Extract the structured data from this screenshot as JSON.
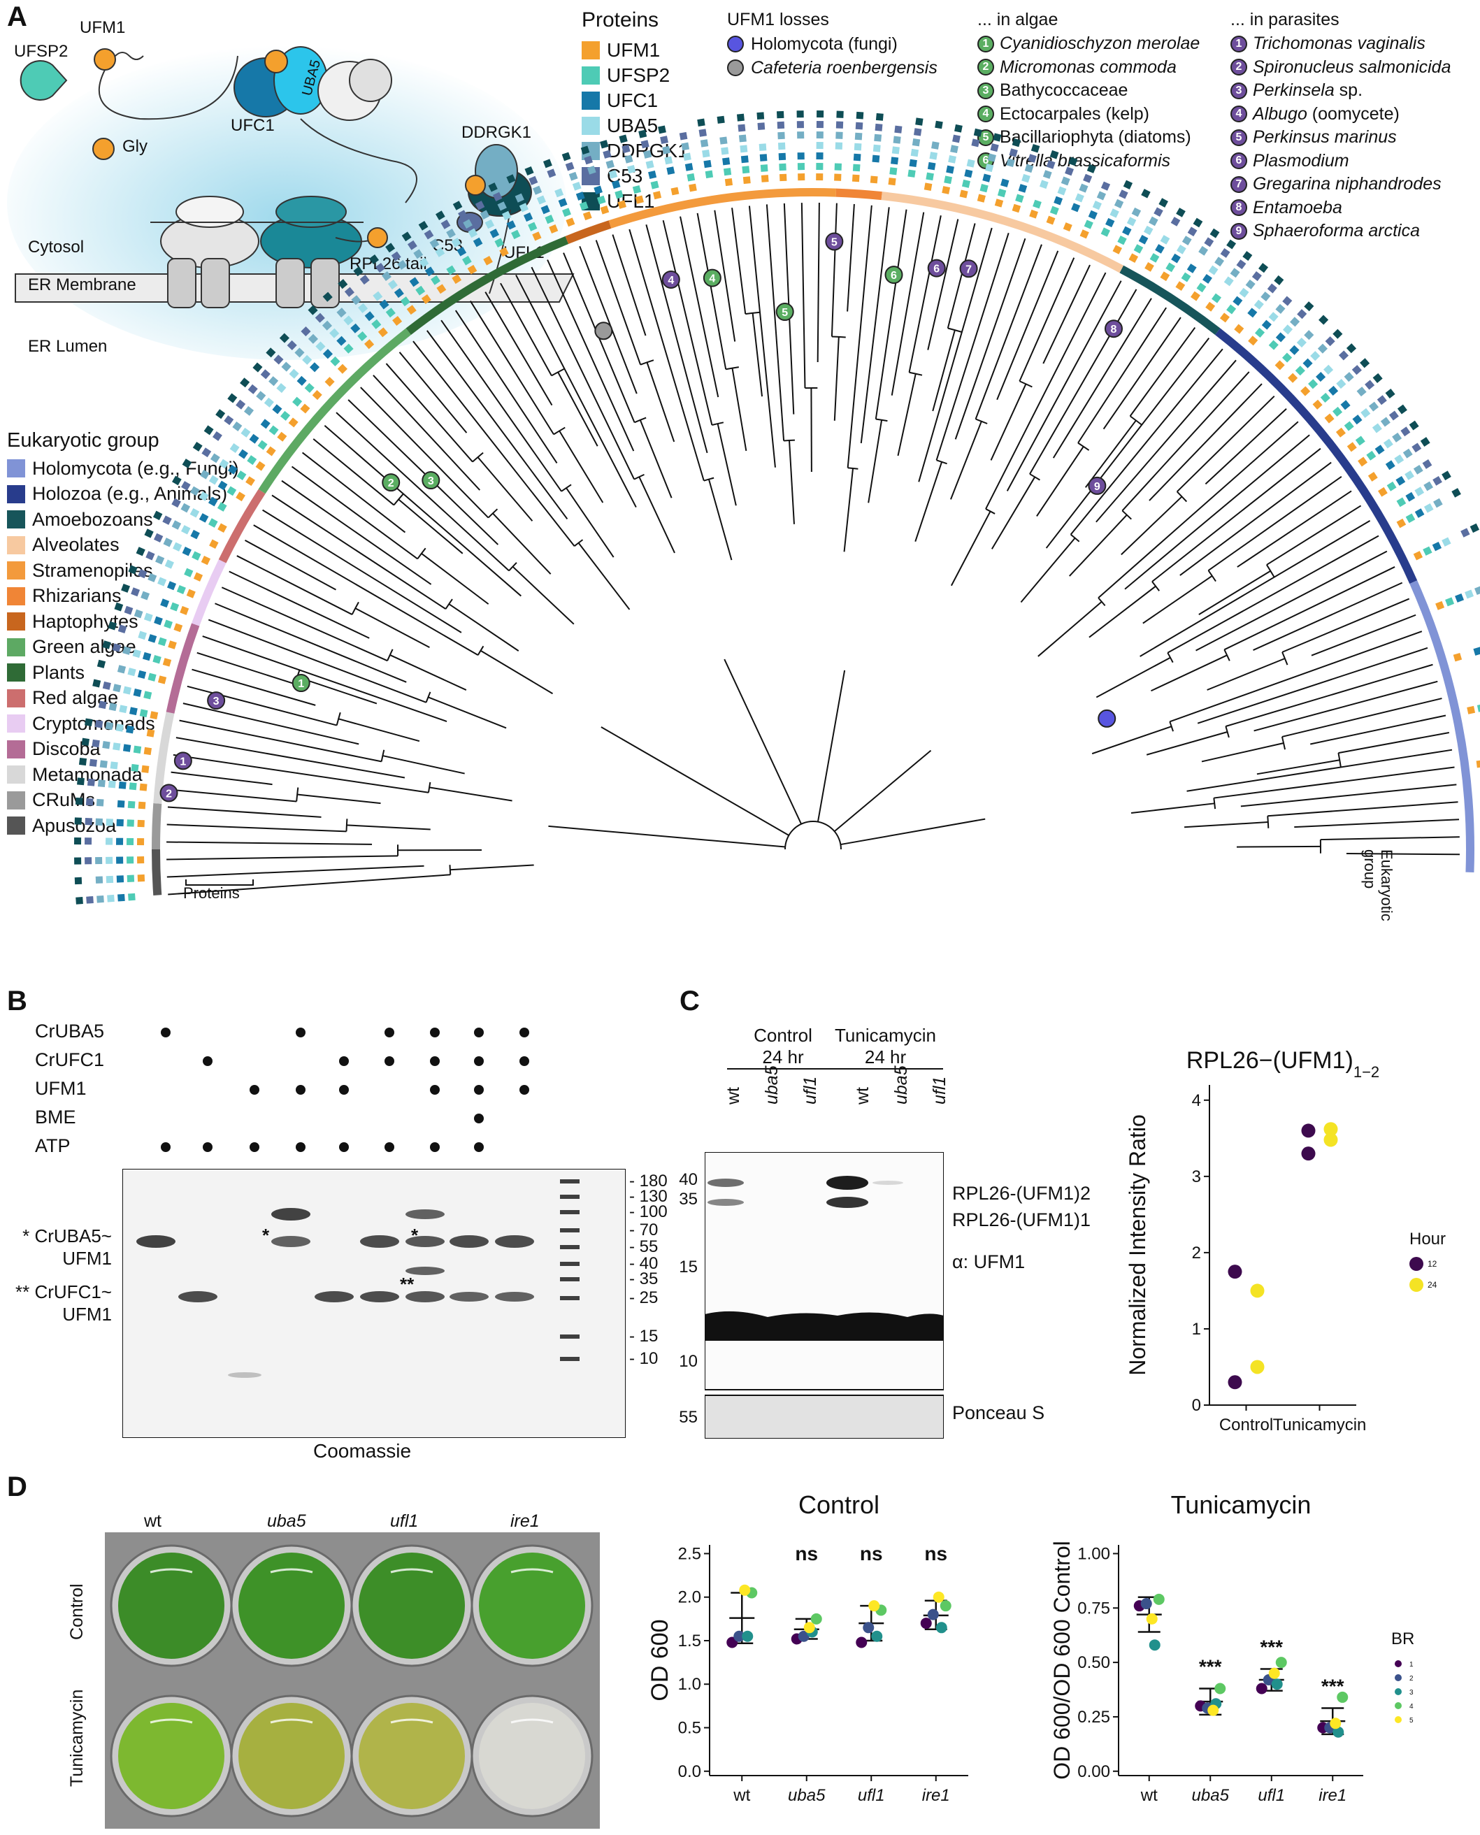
{
  "panels": {
    "a": "A",
    "b": "B",
    "c": "C",
    "d": "D"
  },
  "schematic": {
    "ufm1": "UFM1",
    "ufsp2": "UFSP2",
    "gly": "Gly",
    "uba5": "UBA5",
    "ufc1": "UFC1",
    "ddrgk1": "DDRGK1",
    "c53": "C53",
    "ufl1": "UFL1",
    "rpl26": "RPL26 tail",
    "cytosol": "Cytosol",
    "er_membrane": "ER Membrane",
    "er_lumen": "ER Lumen"
  },
  "proteins_legend": {
    "title": "Proteins",
    "items": [
      {
        "label": "UFM1",
        "color": "#F4A02D"
      },
      {
        "label": "UFSP2",
        "color": "#4ECBB5"
      },
      {
        "label": "UFC1",
        "color": "#1678A8"
      },
      {
        "label": "UBA5",
        "color": "#9ADBE7"
      },
      {
        "label": "DDRGK1",
        "color": "#74AEC4"
      },
      {
        "label": "C53",
        "color": "#5A6EA0"
      },
      {
        "label": "UFL1",
        "color": "#0E4D55"
      }
    ]
  },
  "losses_legend": {
    "title": "UFM1 losses",
    "items": [
      {
        "label": "Holomycota (fungi)",
        "color": "#5855E0",
        "italic": false
      },
      {
        "label": "Cafeteria roenbergensis",
        "color": "#9A9A9A",
        "italic": true
      }
    ]
  },
  "algae_legend": {
    "title": "... in algae",
    "items": [
      {
        "n": "1",
        "label": "Cyanidioschyzon merolae",
        "italic": true
      },
      {
        "n": "2",
        "label": "Micromonas commoda",
        "italic": true
      },
      {
        "n": "3",
        "label": "Bathycoccaceae",
        "italic": false
      },
      {
        "n": "4",
        "label": "Ectocarpales (kelp)",
        "italic": false
      },
      {
        "n": "5",
        "label": "Bacillariophyta (diatoms)",
        "italic": false
      },
      {
        "n": "6",
        "label": "Vitrella brassicaformis",
        "italic": true
      }
    ]
  },
  "parasite_legend": {
    "title": "... in parasites",
    "items": [
      {
        "n": "1",
        "label": "Trichomonas vaginalis",
        "italic": true
      },
      {
        "n": "2",
        "label": "Spironucleus salmonicida",
        "italic": true
      },
      {
        "n": "3",
        "label": "Perkinsela",
        "suffix": " sp.",
        "italic": true
      },
      {
        "n": "4",
        "label": "Albugo",
        "suffix": " (oomycete)",
        "italic": true
      },
      {
        "n": "5",
        "label": "Perkinsus marinus",
        "italic": true
      },
      {
        "n": "6",
        "label": "Plasmodium",
        "italic": true
      },
      {
        "n": "7",
        "label": "Gregarina niphandrodes",
        "italic": true
      },
      {
        "n": "8",
        "label": "Entamoeba",
        "italic": true
      },
      {
        "n": "9",
        "label": "Sphaeroforma arctica",
        "italic": true
      }
    ]
  },
  "group_legend": {
    "title": "Eukaryotic group",
    "items": [
      {
        "label": "Holomycota (e.g., Fungi)",
        "color": "#8093D6"
      },
      {
        "label": "Holozoa (e.g., Animals)",
        "color": "#283C8C"
      },
      {
        "label": "Amoebozoans",
        "color": "#17555A"
      },
      {
        "label": "Alveolates",
        "color": "#F7C9A0"
      },
      {
        "label": "Stramenopiles",
        "color": "#F39A3C"
      },
      {
        "label": "Rhizarians",
        "color": "#F08536"
      },
      {
        "label": "Haptophytes",
        "color": "#C8661E"
      },
      {
        "label": "Green algae",
        "color": "#5DA963"
      },
      {
        "label": "Plants",
        "color": "#2F6B36"
      },
      {
        "label": "Red algae",
        "color": "#CC6E6E"
      },
      {
        "label": "Cryptomonads",
        "color": "#E8CCF2"
      },
      {
        "label": "Discoba",
        "color": "#B46C96"
      },
      {
        "label": "Metamonada",
        "color": "#D8D8D8"
      },
      {
        "label": "CRuMs",
        "color": "#9A9A9A"
      },
      {
        "label": "Apusozoa",
        "color": "#555555"
      }
    ]
  },
  "tree_labels": {
    "proteins": "Proteins",
    "eukaryotic_group": "Eukaryotic group"
  },
  "panel_b": {
    "rows": [
      "CrUBA5",
      "CrUFC1",
      "UFM1",
      "BME",
      "ATP"
    ],
    "dots": [
      [
        1,
        0,
        0,
        1,
        0,
        1,
        1,
        1,
        1
      ],
      [
        0,
        1,
        0,
        0,
        1,
        1,
        1,
        1,
        1
      ],
      [
        0,
        0,
        1,
        1,
        1,
        0,
        1,
        1,
        1
      ],
      [
        0,
        0,
        0,
        0,
        0,
        0,
        0,
        1,
        0
      ],
      [
        1,
        1,
        1,
        1,
        1,
        1,
        1,
        1,
        0
      ]
    ],
    "mw": [
      "180",
      "130",
      "100",
      "70",
      "55",
      "40",
      "35",
      "25",
      "15",
      "10"
    ],
    "left1a": "* CrUBA5~",
    "left1b": "UFM1",
    "left2a": "** CrUFC1~",
    "left2b": "UFM1",
    "star1": "*",
    "star2": "**",
    "caption": "Coomassie"
  },
  "panel_c": {
    "group1": "Control",
    "group1_time": "24 hr",
    "group2": "Tunicamycin",
    "group2_time": "24 hr",
    "lanes": [
      "wt",
      "uba5",
      "ufl1",
      "wt",
      "uba5",
      "ufl1"
    ],
    "lanes_italic": [
      false,
      true,
      true,
      false,
      true,
      true
    ],
    "mw": [
      "40",
      "35",
      "15",
      "10"
    ],
    "ponceau_mw": "55",
    "band1": "RPL26-(UFM1)2",
    "band2": "RPL26-(UFM1)1",
    "antibody": "α: UFM1",
    "ponceau": "Ponceau S"
  },
  "chart_data": [
    {
      "type": "scatter",
      "title": "RPL26−(UFM1)",
      "title_sub": "1−2",
      "ylabel": "Normalized Intensity Ratio",
      "xlabel": "",
      "categories": [
        "Control",
        "Tunicamycin"
      ],
      "ylim": [
        0,
        4.2
      ],
      "yticks": [
        0,
        1,
        2,
        3,
        4
      ],
      "legend_title": "Hour",
      "series": [
        {
          "name": "12",
          "color": "#3D0A4E",
          "points": [
            [
              "Control",
              1.75
            ],
            [
              "Control",
              0.3
            ],
            [
              "Tunicamycin",
              3.6
            ],
            [
              "Tunicamycin",
              3.3
            ]
          ]
        },
        {
          "name": "24",
          "color": "#F4E324",
          "points": [
            [
              "Control",
              1.5
            ],
            [
              "Control",
              0.5
            ],
            [
              "Tunicamycin",
              3.62
            ],
            [
              "Tunicamycin",
              3.48
            ]
          ]
        }
      ]
    },
    {
      "type": "scatter",
      "title": "Control",
      "ylabel": "OD 600",
      "xlabel": "",
      "categories": [
        "wt",
        "uba5",
        "ufl1",
        "ire1"
      ],
      "categories_italic": [
        false,
        true,
        true,
        true
      ],
      "ylim": [
        -0.05,
        2.6
      ],
      "yticks": [
        0.0,
        0.5,
        1.0,
        1.5,
        2.0,
        2.5
      ],
      "annotations": [
        "",
        "ns",
        "ns",
        "ns"
      ],
      "summary": [
        {
          "mean": 1.76,
          "lo": 1.47,
          "hi": 2.05
        },
        {
          "mean": 1.63,
          "lo": 1.52,
          "hi": 1.75
        },
        {
          "mean": 1.7,
          "lo": 1.5,
          "hi": 1.9
        },
        {
          "mean": 1.79,
          "lo": 1.63,
          "hi": 1.96
        }
      ],
      "series": [
        {
          "name": "1",
          "color": "#440154",
          "values": [
            1.48,
            1.52,
            1.48,
            1.7
          ]
        },
        {
          "name": "2",
          "color": "#3B528B",
          "values": [
            1.55,
            1.55,
            1.65,
            1.8
          ]
        },
        {
          "name": "3",
          "color": "#21908C",
          "values": [
            1.55,
            1.6,
            1.55,
            1.65
          ]
        },
        {
          "name": "4",
          "color": "#5DC863",
          "values": [
            2.05,
            1.75,
            1.85,
            1.9
          ]
        },
        {
          "name": "5",
          "color": "#FDE725",
          "values": [
            2.08,
            1.65,
            1.9,
            2.0
          ]
        }
      ]
    },
    {
      "type": "scatter",
      "title": "Tunicamycin",
      "ylabel": "OD 600/OD 600 Control",
      "xlabel": "",
      "categories": [
        "wt",
        "uba5",
        "ufl1",
        "ire1"
      ],
      "categories_italic": [
        false,
        true,
        true,
        true
      ],
      "ylim": [
        -0.02,
        1.04
      ],
      "yticks": [
        0.0,
        0.25,
        0.5,
        0.75,
        1.0
      ],
      "annotations": [
        "",
        "***",
        "***",
        "***"
      ],
      "legend_title": "BR",
      "summary": [
        {
          "mean": 0.72,
          "lo": 0.64,
          "hi": 0.8
        },
        {
          "mean": 0.32,
          "lo": 0.26,
          "hi": 0.38
        },
        {
          "mean": 0.42,
          "lo": 0.37,
          "hi": 0.47
        },
        {
          "mean": 0.23,
          "lo": 0.17,
          "hi": 0.29
        }
      ],
      "series": [
        {
          "name": "1",
          "color": "#440154",
          "values": [
            0.76,
            0.3,
            0.38,
            0.2
          ]
        },
        {
          "name": "2",
          "color": "#3B528B",
          "values": [
            0.77,
            0.29,
            0.42,
            0.2
          ]
        },
        {
          "name": "3",
          "color": "#21908C",
          "values": [
            0.58,
            0.31,
            0.4,
            0.18
          ]
        },
        {
          "name": "4",
          "color": "#5DC863",
          "values": [
            0.79,
            0.38,
            0.5,
            0.34
          ]
        },
        {
          "name": "5",
          "color": "#FDE725",
          "values": [
            0.7,
            0.28,
            0.45,
            0.22
          ]
        }
      ]
    }
  ],
  "panel_d": {
    "cols": [
      "wt",
      "uba5",
      "ufl1",
      "ire1"
    ],
    "cols_italic": [
      false,
      true,
      true,
      true
    ],
    "rows": [
      "Control",
      "Tunicamycin"
    ]
  }
}
